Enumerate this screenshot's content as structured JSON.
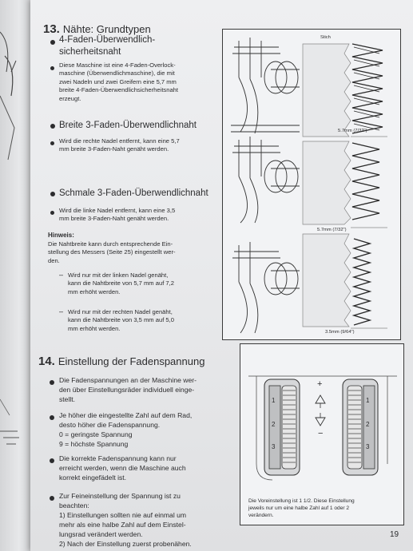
{
  "page_number": "19",
  "section13": {
    "number": "13.",
    "title": "Nähte: Grundtypen",
    "item1": {
      "title_lines": [
        "4-Faden-Überwendlich-",
        "sicherheitsnaht"
      ],
      "text_lines": [
        "Diese Maschine ist eine 4-Faden-Overlock-",
        "maschine (Überwendlichmaschine), die mit",
        "zwei Nadeln und zwei Greifern eine 5,7 mm",
        "breite 4-Faden-Überwendlichsicherheitsnaht",
        "erzeugt."
      ]
    },
    "item2": {
      "title": "Breite 3-Faden-Überwendlichnaht",
      "text_lines": [
        "Wird die rechte Nadel entfernt, kann eine 5,7",
        "mm breite 3-Faden-Naht genäht werden."
      ]
    },
    "item3": {
      "title": "Schmale 3-Faden-Überwendlichnaht",
      "text_lines": [
        "Wird die linke Nadel entfernt, kann eine 3,5",
        "mm breite 3-Faden-Naht genäht werden."
      ]
    },
    "hinweis": {
      "title": "Hinweis:",
      "text_lines": [
        "Die Nahtbreite kann durch entsprechende Ein-",
        "stellung des Messers (Seite 25) eingestellt wer-",
        "den."
      ],
      "sub1": [
        "Wird nur mit der linken Nadel genäht,",
        "kann die Nahtbreite von 5,7 mm auf 7,2",
        "mm erhöht werden."
      ],
      "sub2": [
        "Wird nur mit der rechten Nadel genäht,",
        "kann die Nahtbreite von 3,5 mm auf 5,0",
        "mm erhöht werden."
      ]
    },
    "figure": {
      "stich_label": "Stich",
      "width1": "5.7mm (7/32\")",
      "width2": "5.7mm (7/32\")",
      "width3": "3.5mm (9/64\")"
    }
  },
  "section14": {
    "number": "14.",
    "title": "Einstellung der Fadenspannung",
    "b1": [
      "Die Fadenspannungen an der Maschine wer-",
      "den über Einstellungsräder individuell einge-",
      "stellt."
    ],
    "b2": [
      "Je höher die eingestellte Zahl auf dem Rad,",
      "desto höher die Fadenspannung.",
      "0 = geringste Spannung",
      "9 = höchste Spannung"
    ],
    "b3": [
      "Die korrekte Fadenspannung kann nur",
      "erreicht werden, wenn die Maschine auch",
      "korrekt eingefädelt ist."
    ],
    "b4": [
      "Zur Feineinstellung der Spannung ist zu",
      "beachten:",
      "1) Einstellungen sollten nie auf einmal um",
      "mehr als eine halbe Zahl auf dem Einstel-",
      "lungsrad verändert werden.",
      "2) Nach der Einstellung zuerst probenähen."
    ],
    "figure": {
      "plus": "+",
      "minus": "−",
      "dial_numbers": [
        "1",
        "2",
        "3"
      ],
      "caption": [
        "Die Voreinstellung ist 1 1/2. Diese Einstellung",
        "jeweils nur um eine halbe Zahl auf 1 oder 2",
        "verändern."
      ]
    }
  }
}
